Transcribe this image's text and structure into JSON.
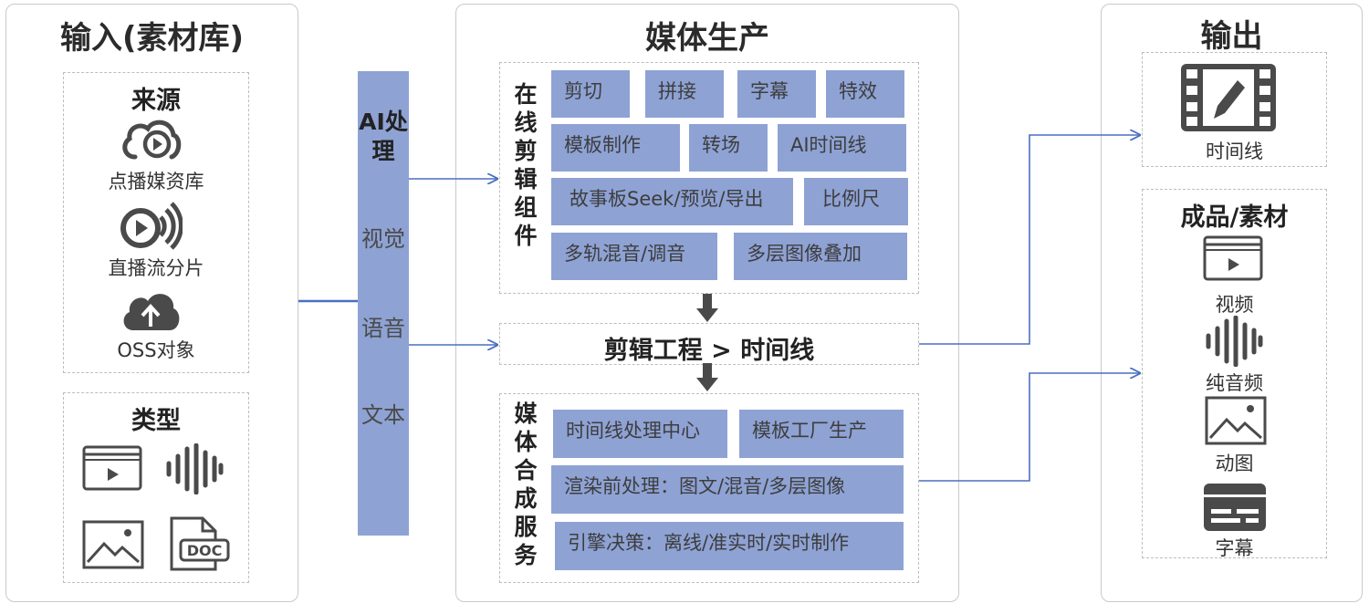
{
  "input": {
    "title": "输入(素材库)",
    "sources": {
      "title": "来源",
      "items": [
        {
          "icon": "cloud-play-icon",
          "label": "点播媒资库"
        },
        {
          "icon": "live-broadcast-icon",
          "label": "直播流分片"
        },
        {
          "icon": "cloud-upload-icon",
          "label": "OSS对象"
        }
      ]
    },
    "types": {
      "title": "类型",
      "icons": [
        "video-icon",
        "audio-wave-icon",
        "image-icon",
        "doc-file-icon"
      ],
      "doc_badge": "DOC"
    }
  },
  "ai": {
    "title": "AI处理",
    "items": [
      "视觉",
      "语音",
      "文本"
    ]
  },
  "media": {
    "title": "媒体生产",
    "editor": {
      "title": "在线剪辑组件",
      "chips": [
        "剪切",
        "拼接",
        "字幕",
        "特效",
        "模板制作",
        "转场",
        "AI时间线",
        "故事板Seek/预览/导出",
        "比例尺",
        "多轨混音/调音",
        "多层图像叠加"
      ]
    },
    "project": "剪辑工程 > 时间线",
    "compose": {
      "title": "媒体合成服务",
      "chips": [
        "时间线处理中心",
        "模板工厂生产",
        "渲染前处理：图文/混音/多层图像",
        "引擎决策：离线/准实时/实时制作"
      ]
    }
  },
  "output": {
    "title": "输出",
    "timeline": {
      "icon": "film-edit-icon",
      "label": "时间线"
    },
    "products": {
      "title": "成品/素材",
      "items": [
        {
          "icon": "video-icon",
          "label": "视频"
        },
        {
          "icon": "audio-wave-icon",
          "label": "纯音频"
        },
        {
          "icon": "image-icon",
          "label": "动图"
        },
        {
          "icon": "subtitle-icon",
          "label": "字幕"
        }
      ]
    }
  },
  "colors": {
    "chip": "#8ea2d4",
    "arrow": "#4a6fc0",
    "dark_icon": "#4a4a4a",
    "border": "#c9c9c9"
  }
}
